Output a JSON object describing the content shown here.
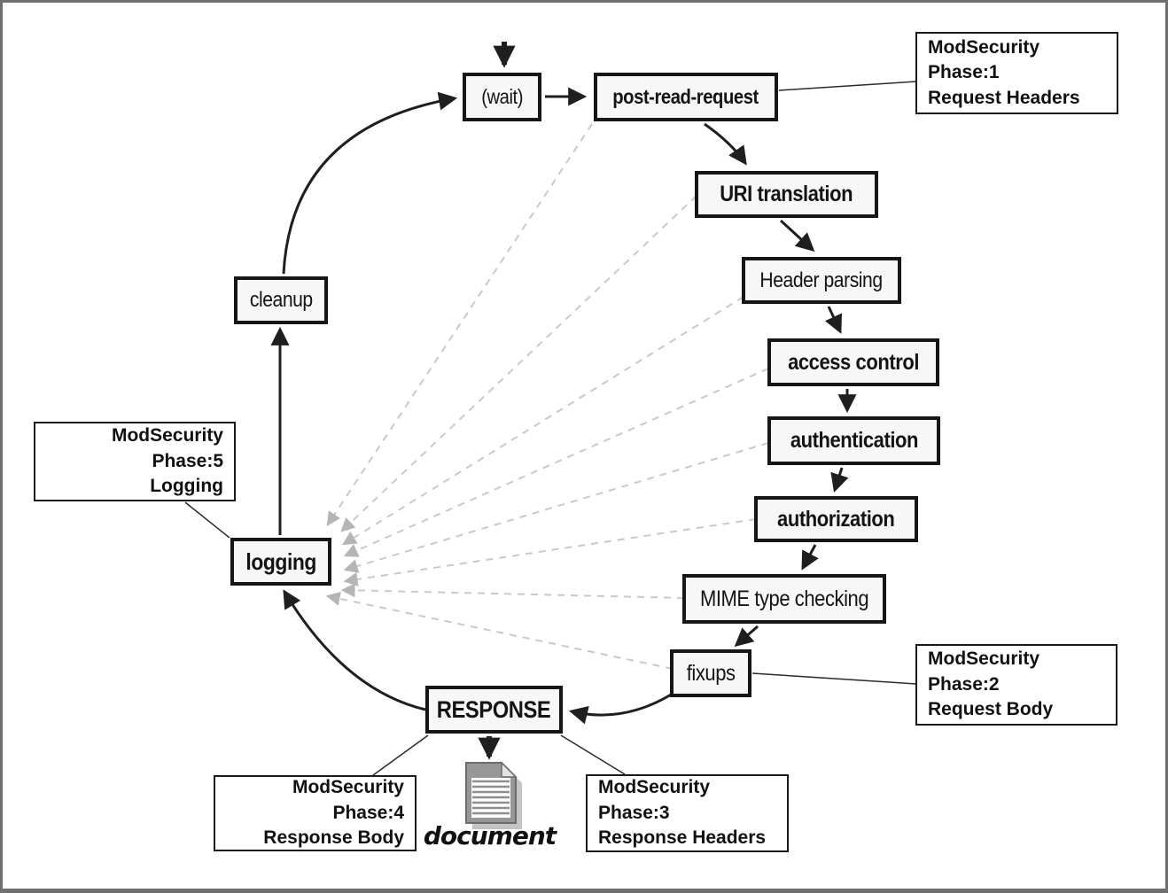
{
  "diagram": {
    "title_semantics": "Apache request processing cycle with ModSecurity phases",
    "nodes": {
      "wait": {
        "label": "(wait)"
      },
      "post_read_request": {
        "label": "post-read-request"
      },
      "uri_translation": {
        "label": "URI translation"
      },
      "header_parsing": {
        "label": "Header parsing"
      },
      "access_control": {
        "label": "access control"
      },
      "authentication": {
        "label": "authentication"
      },
      "authorization": {
        "label": "authorization"
      },
      "mime_type_checking": {
        "label": "MIME type checking"
      },
      "fixups": {
        "label": "fixups"
      },
      "response": {
        "label": "RESPONSE"
      },
      "logging": {
        "label": "logging"
      },
      "cleanup": {
        "label": "cleanup"
      }
    },
    "annotations": {
      "phase1": {
        "line1": "ModSecurity Phase:1",
        "line2": "Request Headers"
      },
      "phase2": {
        "line1": "ModSecurity Phase:2",
        "line2": "Request Body"
      },
      "phase3": {
        "line1": "ModSecurity Phase:3",
        "line2": "Response Headers"
      },
      "phase4": {
        "line1": "ModSecurity Phase:4",
        "line2": "Response Body"
      },
      "phase5": {
        "line1": "ModSecurity Phase:5",
        "line2": "Logging"
      }
    },
    "document_label": "document",
    "icons": [
      "down-arrow-icon",
      "document-icon"
    ],
    "colors": {
      "node_border": "#161616",
      "node_fill": "#f7f7f7",
      "annotation_border": "#1a1a1a",
      "solid_arrow": "#1f1f1f",
      "dashed_line": "#c9c9c9",
      "dashed_arrowhead": "#b5b5b5",
      "frame": "#6f6f6f",
      "document_gray": "#979797"
    }
  }
}
